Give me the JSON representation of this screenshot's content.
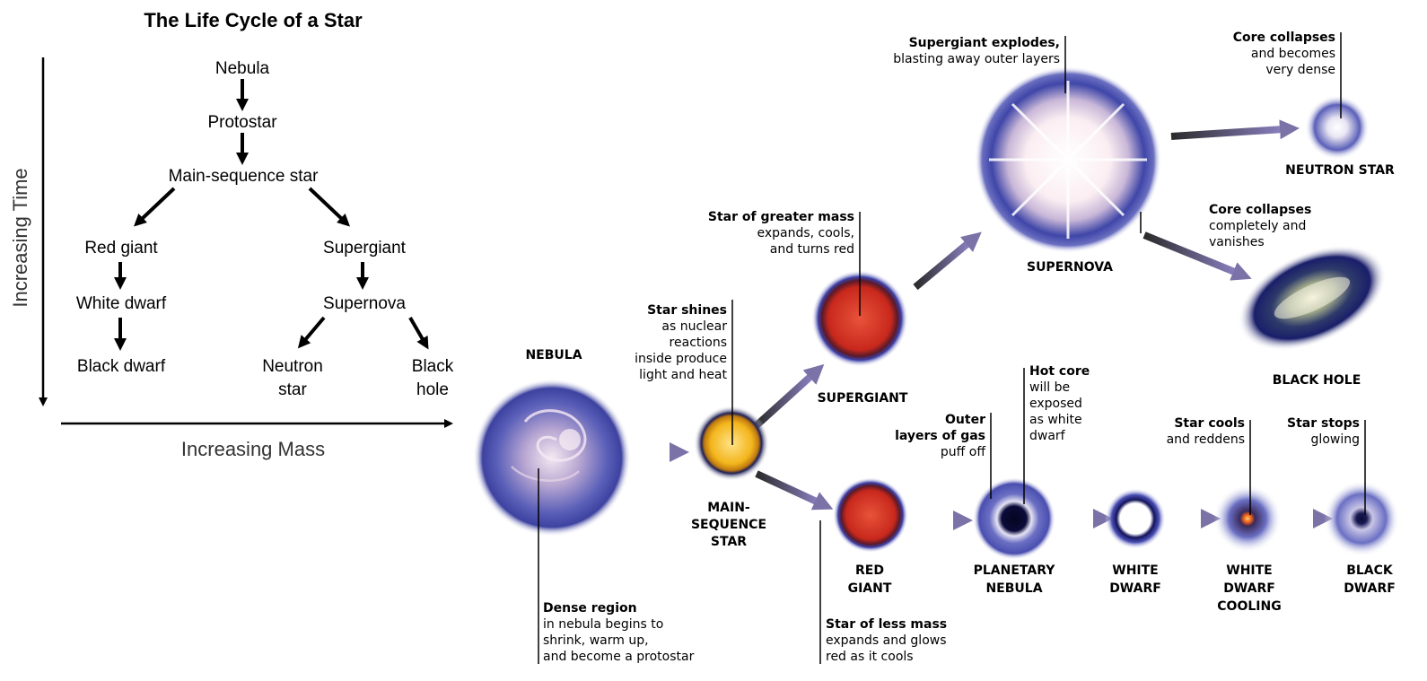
{
  "title": "The Life Cycle of a Star",
  "axes": {
    "time_label": "Increasing Time",
    "mass_label": "Increasing Mass"
  },
  "flow": {
    "nebula": "Nebula",
    "protostar": "Protostar",
    "main_sequence": "Main-sequence star",
    "red_giant": "Red giant",
    "white_dwarf": "White dwarf",
    "black_dwarf": "Black dwarf",
    "supergiant": "Supergiant",
    "supernova": "Supernova",
    "neutron_star": [
      "Neutron",
      "star"
    ],
    "black_hole": [
      "Black",
      "hole"
    ]
  },
  "stages": {
    "nebula": [
      "NEBULA"
    ],
    "main_sequence": [
      "MAIN-",
      "SEQUENCE",
      "STAR"
    ],
    "supergiant": [
      "SUPERGIANT"
    ],
    "supernova": [
      "SUPERNOVA"
    ],
    "neutron_star": [
      "NEUTRON STAR"
    ],
    "black_hole": [
      "BLACK HOLE"
    ],
    "red_giant": [
      "RED",
      "GIANT"
    ],
    "planetary_nebula": [
      "PLANETARY",
      "NEBULA"
    ],
    "white_dwarf": [
      "WHITE",
      "DWARF"
    ],
    "white_dwarf_cooling": [
      "WHITE",
      "DWARF",
      "COOLING"
    ],
    "black_dwarf": [
      "BLACK",
      "DWARF"
    ]
  },
  "annotations": {
    "dense_region": {
      "head": "Dense region",
      "body": [
        "in nebula begins to",
        "shrink, warm up,",
        "and become a protostar"
      ]
    },
    "star_shines": {
      "head": "Star shines",
      "body": [
        "as nuclear",
        "reactions",
        "inside produce",
        "light and heat"
      ]
    },
    "greater_mass": {
      "head": "Star of greater mass",
      "body": [
        "expands, cools,",
        "and turns red"
      ]
    },
    "supergiant_explodes": {
      "head": "Supergiant explodes,",
      "body": [
        "blasting away outer layers"
      ]
    },
    "core_collapses_dense": {
      "head": "Core collapses",
      "body": [
        "and becomes",
        "very dense"
      ]
    },
    "core_collapses_vanish": {
      "head": "Core collapses",
      "body": [
        "completely and",
        "vanishes"
      ]
    },
    "less_mass": {
      "head": "Star of less mass",
      "body": [
        "expands and glows",
        "red as it cools"
      ]
    },
    "outer_layers": {
      "head": [
        "Outer",
        "layers of gas"
      ],
      "body": [
        "puff off"
      ]
    },
    "hot_core": {
      "head": "Hot core",
      "body": [
        "will be",
        "exposed",
        "as white",
        "dwarf"
      ]
    },
    "star_cools": {
      "head": "Star cools",
      "body": [
        "and reddens"
      ]
    },
    "star_stops": {
      "head": "Star stops",
      "body": [
        "glowing"
      ]
    }
  },
  "icons": {
    "down_arrow": "down-arrow-icon",
    "diag_arrow": "diagonal-arrow-icon",
    "stage_arrow": "stage-arrow-icon"
  },
  "colors": {
    "text": "#000000",
    "arrow_purple": "#7b72a8",
    "arrow_dark": "#2b2b2b",
    "glow_blue": "#3b3fa8",
    "red_star": "#c8281c",
    "yellow_star": "#f3b51c"
  }
}
